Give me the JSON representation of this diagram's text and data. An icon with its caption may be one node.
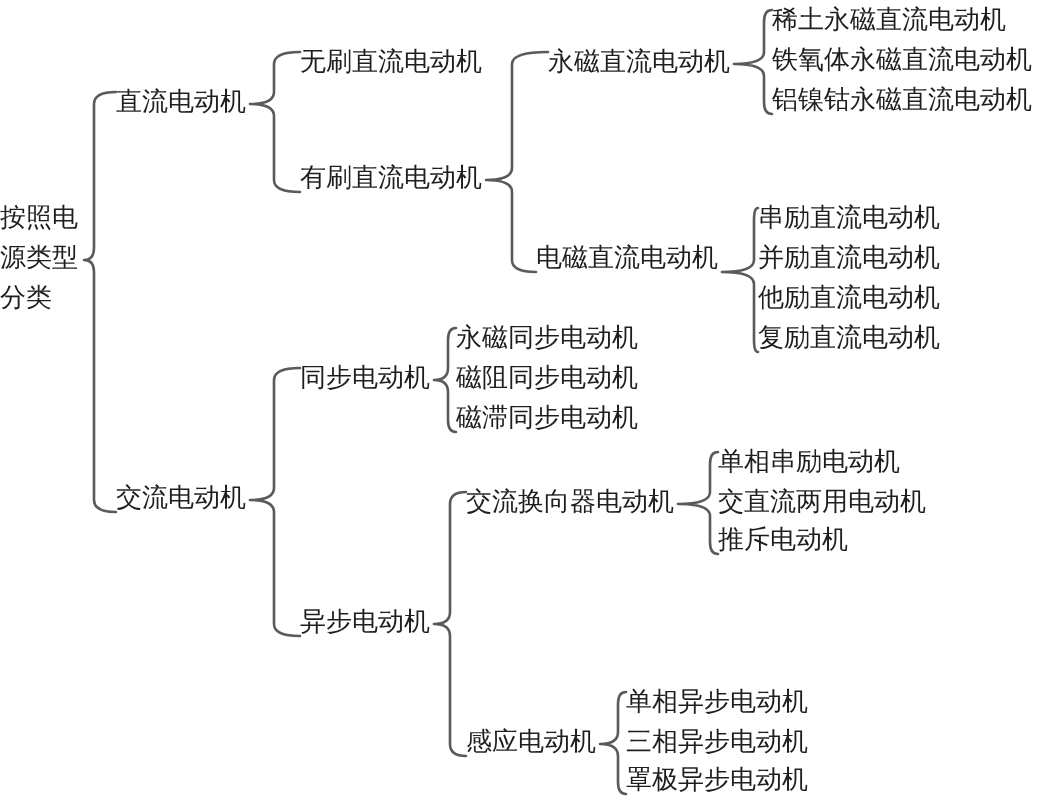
{
  "diagram": {
    "nodes": [
      {
        "text": [
          "按照电源类型分类"
        ]
      },
      {
        "text": [
          "直流电动机"
        ]
      },
      {
        "text": [
          "无刷直流电动机"
        ]
      },
      {
        "text": [
          "有刷直流电动机"
        ]
      },
      {
        "text": [
          "永磁直流电动机"
        ]
      },
      {
        "text": [
          "稀土永磁直流电动机"
        ]
      },
      {
        "text": [
          "铁氧体永磁直流电动机"
        ]
      },
      {
        "text": [
          "铝镍钴永磁直流电动机"
        ]
      },
      {
        "text": [
          "电磁直流电动机"
        ]
      },
      {
        "text": [
          "串励直流电动机"
        ]
      },
      {
        "text": [
          "并励直流电动机"
        ]
      },
      {
        "text": [
          "他励直流电动机"
        ]
      },
      {
        "text": [
          "复励直流电动机"
        ]
      },
      {
        "text": [
          "交流电动机"
        ]
      },
      {
        "text": [
          "同步电动机"
        ]
      },
      {
        "text": [
          "永磁同步电动机"
        ]
      },
      {
        "text": [
          "磁阻同步电动机"
        ]
      },
      {
        "text": [
          "磁滞同步电动机"
        ]
      },
      {
        "text": [
          "异步电动机"
        ]
      },
      {
        "text": [
          "交流换向器电动机"
        ]
      },
      {
        "text": [
          "单相串励电动机"
        ]
      },
      {
        "text": [
          "交直流两用电动机"
        ]
      },
      {
        "text": [
          "推斥电动机"
        ]
      },
      {
        "text": [
          "感应电动机"
        ]
      },
      {
        "text": [
          "单相异步电动机"
        ]
      },
      {
        "text": [
          "三相异步电动机"
        ]
      },
      {
        "text": [
          "罩极异步电动机"
        ]
      }
    ],
    "edges": [
      {
        "from": 0,
        "to": 1,
        "arrow": "none"
      },
      {
        "from": 0,
        "to": 13,
        "arrow": "none"
      },
      {
        "from": 1,
        "to": 2,
        "arrow": "none"
      },
      {
        "from": 1,
        "to": 3,
        "arrow": "none"
      },
      {
        "from": 3,
        "to": 4,
        "arrow": "none"
      },
      {
        "from": 3,
        "to": 8,
        "arrow": "none"
      },
      {
        "from": 4,
        "to": 5,
        "arrow": "none"
      },
      {
        "from": 4,
        "to": 6,
        "arrow": "none"
      },
      {
        "from": 4,
        "to": 7,
        "arrow": "none"
      },
      {
        "from": 8,
        "to": 9,
        "arrow": "none"
      },
      {
        "from": 8,
        "to": 10,
        "arrow": "none"
      },
      {
        "from": 8,
        "to": 11,
        "arrow": "none"
      },
      {
        "from": 8,
        "to": 12,
        "arrow": "none"
      },
      {
        "from": 13,
        "to": 14,
        "arrow": "none"
      },
      {
        "from": 13,
        "to": 18,
        "arrow": "none"
      },
      {
        "from": 14,
        "to": 15,
        "arrow": "none"
      },
      {
        "from": 14,
        "to": 16,
        "arrow": "none"
      },
      {
        "from": 14,
        "to": 17,
        "arrow": "none"
      },
      {
        "from": 18,
        "to": 19,
        "arrow": "none"
      },
      {
        "from": 18,
        "to": 23,
        "arrow": "none"
      },
      {
        "from": 19,
        "to": 20,
        "arrow": "none"
      },
      {
        "from": 19,
        "to": 21,
        "arrow": "none"
      },
      {
        "from": 19,
        "to": 22,
        "arrow": "none"
      },
      {
        "from": 23,
        "to": 24,
        "arrow": "none"
      },
      {
        "from": 23,
        "to": 25,
        "arrow": "none"
      },
      {
        "from": 23,
        "to": 26,
        "arrow": "none"
      }
    ]
  }
}
